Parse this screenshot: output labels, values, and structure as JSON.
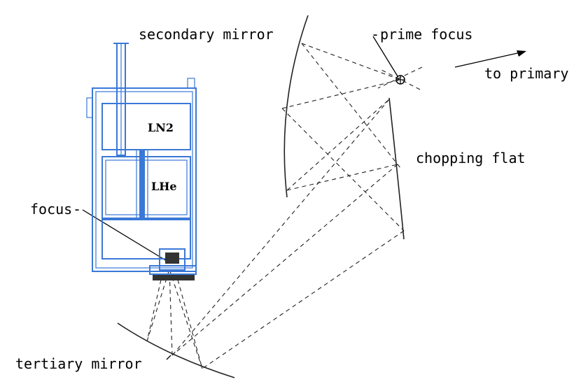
{
  "labels": {
    "secondary_mirror": "secondary mirror",
    "prime_focus": "prime focus",
    "to_primary": "to primary",
    "chopping_flat": "chopping flat",
    "focus": "focus",
    "tertiary_mirror": "tertiary mirror",
    "ln2": "LN2",
    "lhe": "LHe"
  },
  "colors": {
    "dewar": "#3a78d8",
    "lines": "#222222",
    "text": "#000000"
  }
}
